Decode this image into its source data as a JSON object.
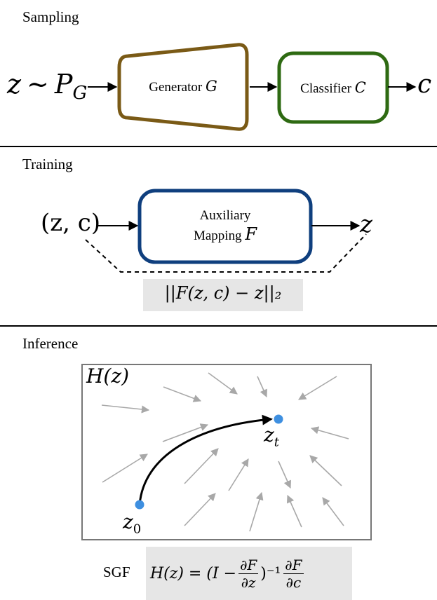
{
  "colors": {
    "generator": "#7a5a16",
    "classifier": "#2e6a12",
    "mapping": "#0f3f7e",
    "loss_bg": "#e6e6e6",
    "field_arrow": "#a8a8a8",
    "point": "#3e8fe0"
  },
  "sampling": {
    "title": "Sampling",
    "input": {
      "z": "z",
      "tilde": "∼",
      "P": "P",
      "G": "G"
    },
    "generator": {
      "label": "Generator",
      "symbol": "G"
    },
    "classifier": {
      "label": "Classifier",
      "symbol": "C"
    },
    "output": "c"
  },
  "training": {
    "title": "Training",
    "input": "(z, c)",
    "mapping": {
      "line1": "Auxiliary",
      "line2": "Mapping",
      "symbol": "F"
    },
    "output": "z",
    "loss": "||F(z, c) − z||₂"
  },
  "inference": {
    "title": "Inference",
    "field_label": "H(z)",
    "start_label": {
      "base": "z",
      "sub": "0"
    },
    "end_label": {
      "base": "z",
      "sub": "t"
    },
    "sgf": {
      "name": "SGF",
      "lhs": "H(z) = (I −",
      "frac1_num": "∂F",
      "frac1_den": "∂z",
      "power": ")⁻¹",
      "frac2_num": "∂F",
      "frac2_den": "∂c"
    }
  }
}
